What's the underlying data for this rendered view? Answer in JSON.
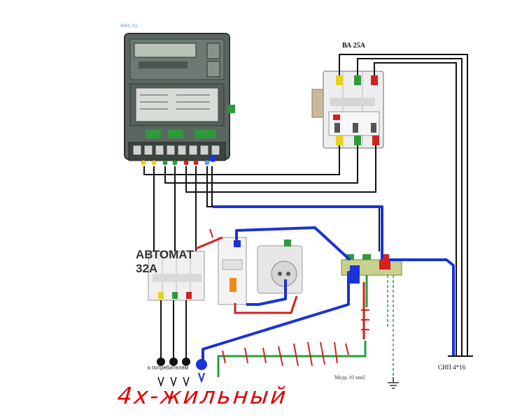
{
  "labels": {
    "breaker_top": "ВА 25А",
    "automat_line1": "АВТОМАТ",
    "automat_line2": "32А",
    "cable": "СИП 4*16",
    "copper": "Медь 10 мм2",
    "consumers": "к потребителям",
    "site": "elec.ru",
    "handwritten": "4х-жильный"
  },
  "colors": {
    "phase_l1": "#e6d21e",
    "phase_l2": "#2e9a3a",
    "phase_l3": "#d42020",
    "neutral": "#1a33d6",
    "pe_ground": "#23a03a",
    "hand_red": "#e00000",
    "meter_body": "#5f6a63"
  },
  "icons": [
    "meter",
    "three-pole-breaker",
    "din-automat",
    "rcd",
    "din-socket",
    "ground-symbol"
  ]
}
